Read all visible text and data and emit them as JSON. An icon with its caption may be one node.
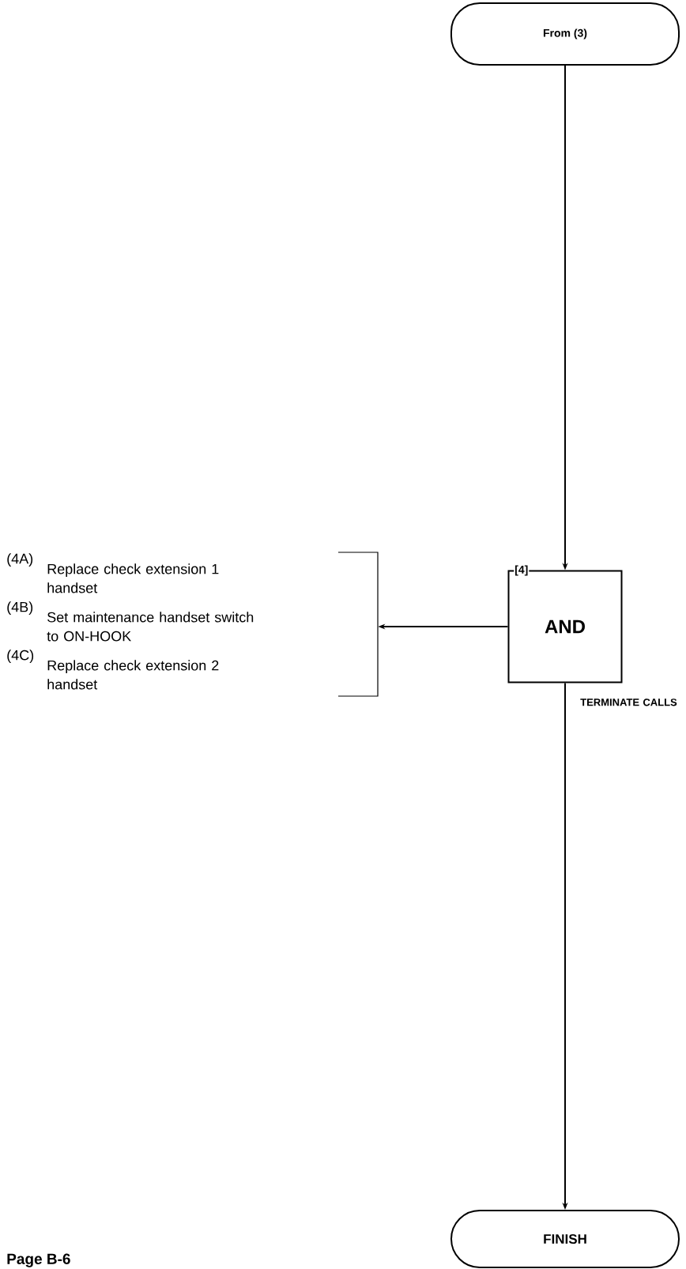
{
  "diagram": {
    "nodes": [
      {
        "text": [
          "From (3)"
        ]
      },
      {
        "text": [
          "[4]",
          "AND"
        ],
        "beside": [
          "TERMINATE CALLS"
        ]
      },
      {
        "text": [
          "(4A)",
          "Replace check extension 1 handset",
          "(4B)",
          "Set maintenance handset switch to ON-HOOK",
          "(4C)",
          "Replace check extension 2 handset"
        ]
      },
      {
        "text": [
          "FINISH"
        ]
      }
    ],
    "edges": [
      {
        "from": 0,
        "to": 1,
        "arrow": "to"
      },
      {
        "from": 1,
        "to": 2,
        "arrow": "to"
      },
      {
        "from": 1,
        "to": 3,
        "arrow": "to"
      }
    ],
    "labels": [
      "Page B-6"
    ]
  }
}
